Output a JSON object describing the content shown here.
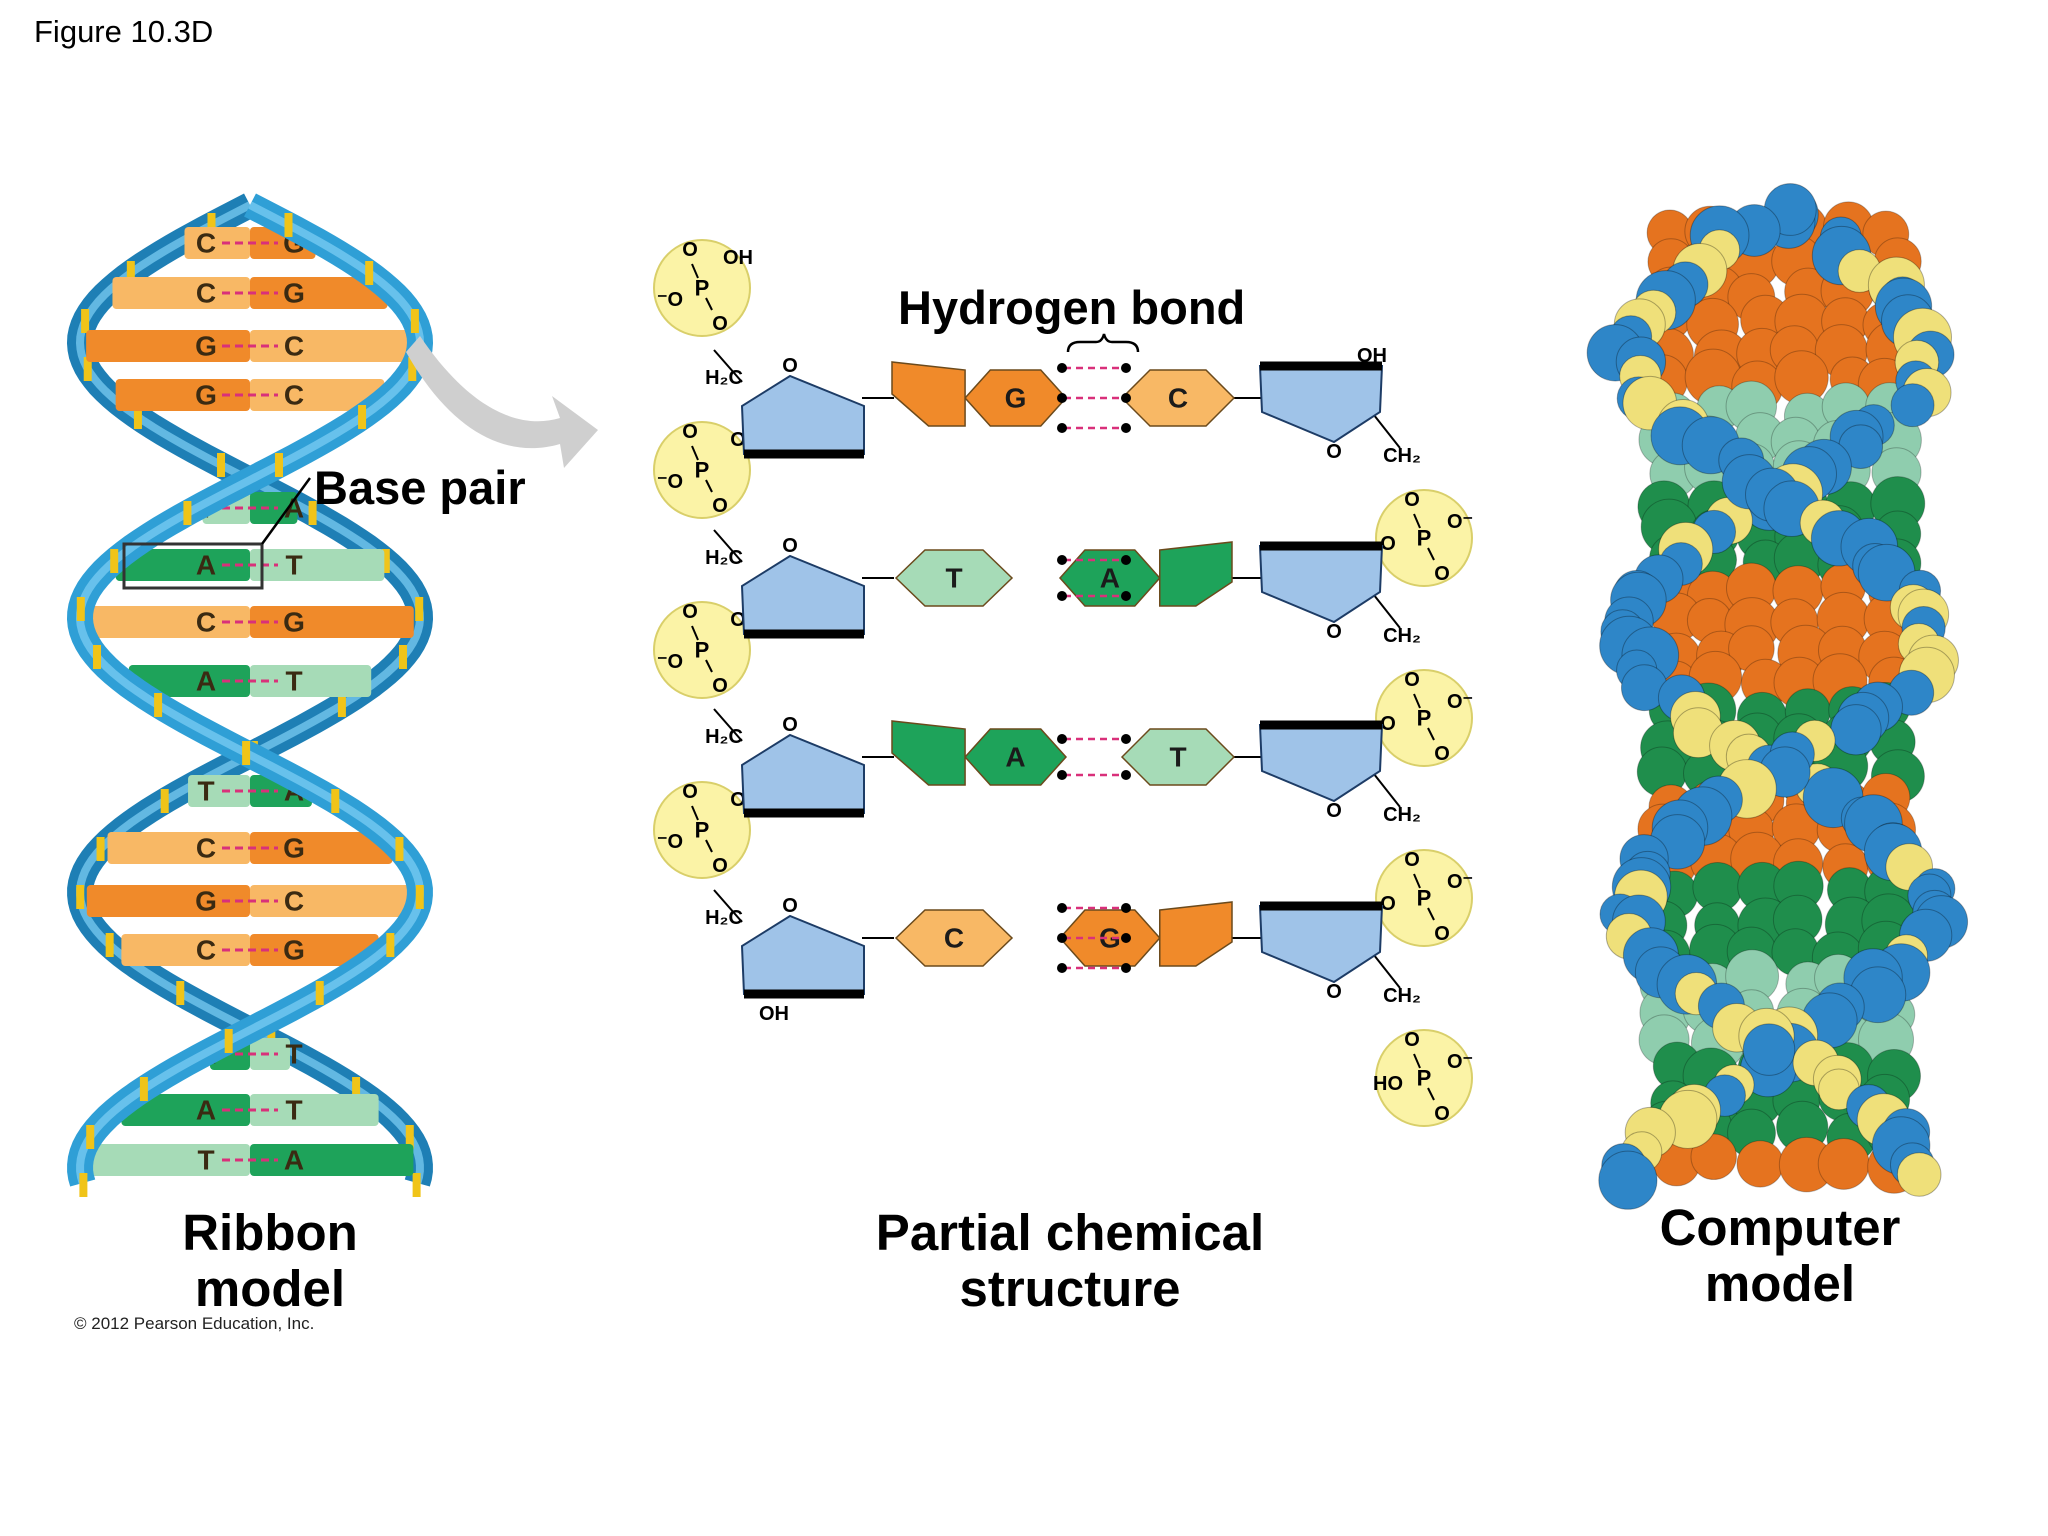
{
  "figure": {
    "label": "Figure 10.3D"
  },
  "captions": {
    "ribbon": [
      "Ribbon",
      "model"
    ],
    "chemical": [
      "Partial chemical",
      "structure"
    ],
    "computer": [
      "Computer",
      "model"
    ]
  },
  "callouts": {
    "base_pair": "Base pair",
    "hydrogen_bond": "Hydrogen bond"
  },
  "copyright": "© 2012 Pearson Education, Inc.",
  "ribbon_pairs": [
    {
      "left": "C",
      "right": "G"
    },
    {
      "left": "C",
      "right": "G"
    },
    {
      "left": "G",
      "right": "C"
    },
    {
      "left": "G",
      "right": "C"
    },
    {
      "left": "T",
      "right": "A"
    },
    {
      "left": "A",
      "right": "T"
    },
    {
      "left": "C",
      "right": "G"
    },
    {
      "left": "A",
      "right": "T"
    },
    {
      "left": "T",
      "right": "A"
    },
    {
      "left": "C",
      "right": "G"
    },
    {
      "left": "G",
      "right": "C"
    },
    {
      "left": "C",
      "right": "G"
    },
    {
      "left": "A",
      "right": "T"
    },
    {
      "left": "A",
      "right": "T"
    },
    {
      "left": "T",
      "right": "A"
    }
  ],
  "chem_pairs": [
    {
      "left": "G",
      "right": "C"
    },
    {
      "left": "T",
      "right": "A"
    },
    {
      "left": "A",
      "right": "T"
    },
    {
      "left": "C",
      "right": "G"
    }
  ],
  "chem_labels": {
    "O": "O",
    "OH": "OH",
    "P": "P",
    "O_minus": "O⁻",
    "minus_O": "⁻O",
    "H2C": "H₂C",
    "CH2": "CH₂",
    "HO": "HO"
  },
  "colors": {
    "G": "#f08a2a",
    "C": "#f8b865",
    "A": "#1ea35a",
    "T": "#a6dbb7",
    "backbone": "#2f9fd6",
    "backbone_rung": "#f0c419",
    "sugar": "#9fc3e8",
    "phosphate": "#fbf3a6",
    "hbond": "#d9307a",
    "cpk_blue": "#2e86c8",
    "cpk_yellow": "#efe07a",
    "cpk_orange": "#e5731f",
    "cpk_green": "#1f8e4c",
    "cpk_mint": "#8fcdae"
  }
}
